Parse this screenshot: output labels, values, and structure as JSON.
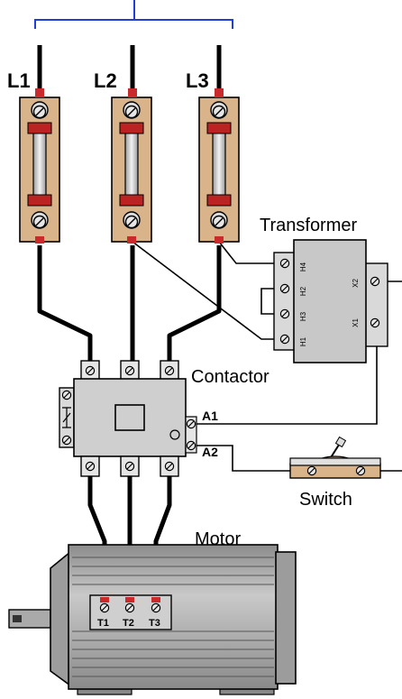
{
  "phases": {
    "l1": "L1",
    "l2": "L2",
    "l3": "L3"
  },
  "labels": {
    "transformer": "Transformer",
    "contactor": "Contactor",
    "switch": "Switch",
    "motor": "Motor"
  },
  "transformer_terminals": {
    "h4": "H4",
    "h2": "H2",
    "h3": "H3",
    "h1": "H1",
    "x2": "X2",
    "x1": "X1"
  },
  "coil_terminals": {
    "a1": "A1",
    "a2": "A2"
  },
  "motor_terminals": {
    "t1": "T1",
    "t2": "T2",
    "t3": "T3"
  },
  "colors": {
    "fuse_block": "#d9b48a",
    "contactor_body": "#cfcfcf",
    "motor_body": "#b3b3b3",
    "terminal_red": "#cc2a2a",
    "supply_bracket": "#1f3fd6",
    "wire": "#000000"
  }
}
